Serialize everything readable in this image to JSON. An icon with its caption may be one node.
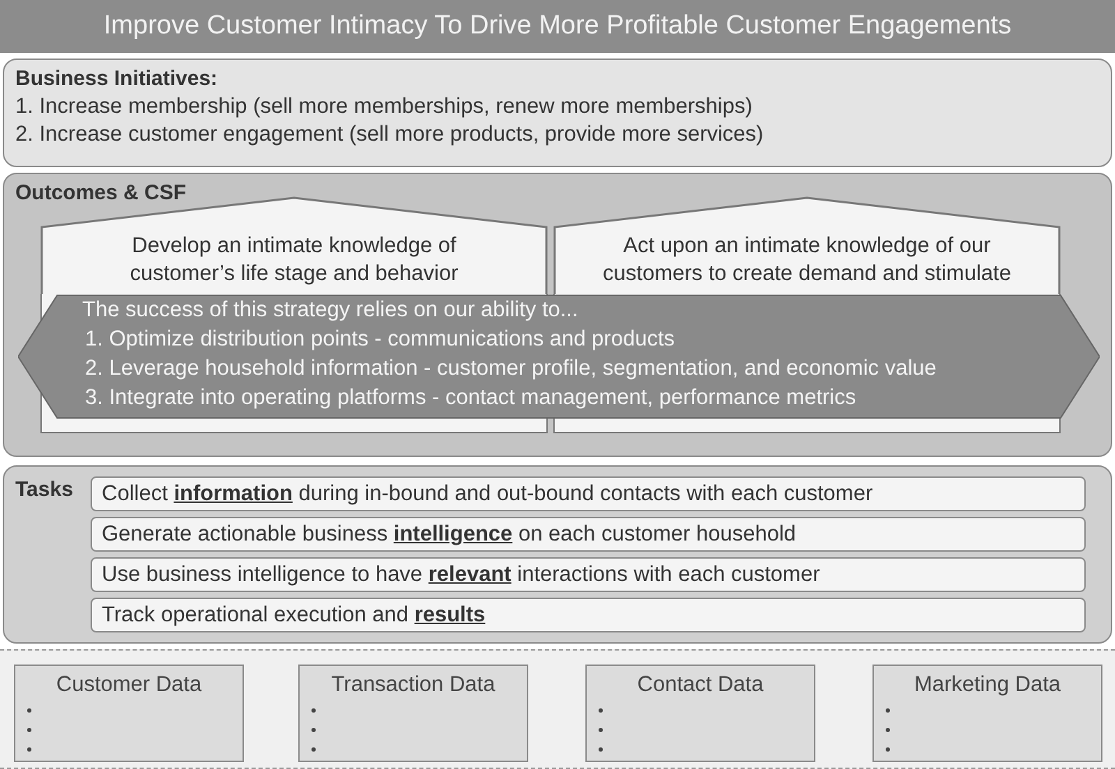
{
  "diagram": {
    "nodes": [
      {
        "text": [
          "Improve Customer Intimacy To Drive More Profitable Customer Engagements"
        ]
      },
      {
        "text": [
          "Business Initiatives:",
          "1. Increase membership (sell more memberships, renew more memberships)",
          "2. Increase customer engagement (sell more products, provide more services)"
        ]
      },
      {
        "text": [
          "Outcomes & CSF"
        ]
      },
      {
        "text": [
          "Develop an intimate knowledge of customer’s life stage and behavior"
        ],
        "in": 2
      },
      {
        "text": [
          "Act upon an intimate knowledge of our customers to create demand and stimulate"
        ],
        "in": 2
      },
      {
        "text": [
          "The success of this strategy relies on our ability to...",
          "1. Optimize distribution points - communications and products",
          "2. Leverage household information - customer profile, segmentation, and economic value",
          "3. Integrate into operating platforms - contact management, performance metrics"
        ],
        "in": 2
      },
      {
        "text": [
          "Tasks"
        ]
      },
      {
        "text": [
          "Collect **information** during in-bound and out-bound contacts with each customer"
        ],
        "in": 6
      },
      {
        "text": [
          "Generate actionable business **intelligence** on each customer household"
        ],
        "in": 6
      },
      {
        "text": [
          "Use business intelligence to have **relevant** interactions with each customer"
        ],
        "in": 6
      },
      {
        "text": [
          "Track operational execution and **results**"
        ],
        "in": 6
      },
      {
        "text": [],
        "shape": "box"
      },
      {
        "text": [
          "Customer Data"
        ],
        "in": 11
      },
      {
        "text": [
          "Transaction Data"
        ],
        "in": 11
      },
      {
        "text": [
          "Contact Data"
        ],
        "in": 11
      },
      {
        "text": [
          "Marketing Data"
        ],
        "in": 11
      }
    ],
    "edges": []
  }
}
